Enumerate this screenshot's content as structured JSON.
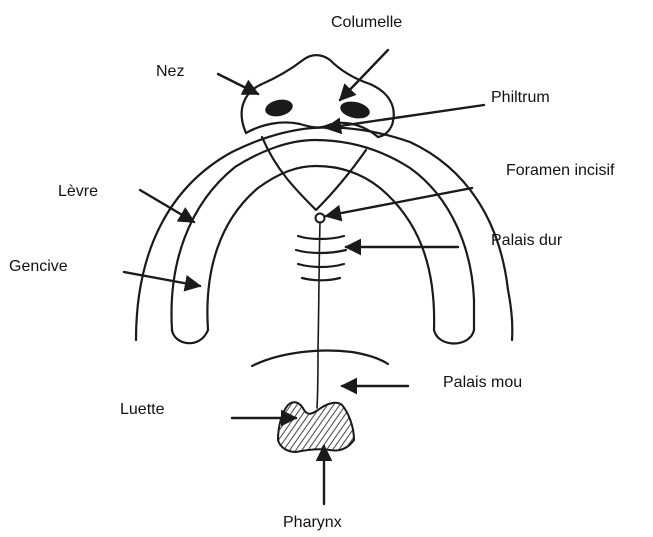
{
  "labels": {
    "columelle": "Columelle",
    "nez": "Nez",
    "philtrum": "Philtrum",
    "foramen_incisif": "Foramen incisif",
    "levre": "Lèvre",
    "palais_dur": "Palais dur",
    "gencive": "Gencive",
    "palais_mou": "Palais mou",
    "luette": "Luette",
    "pharynx": "Pharynx"
  },
  "colors": {
    "ink": "#1a1a1a",
    "background": "#ffffff"
  }
}
